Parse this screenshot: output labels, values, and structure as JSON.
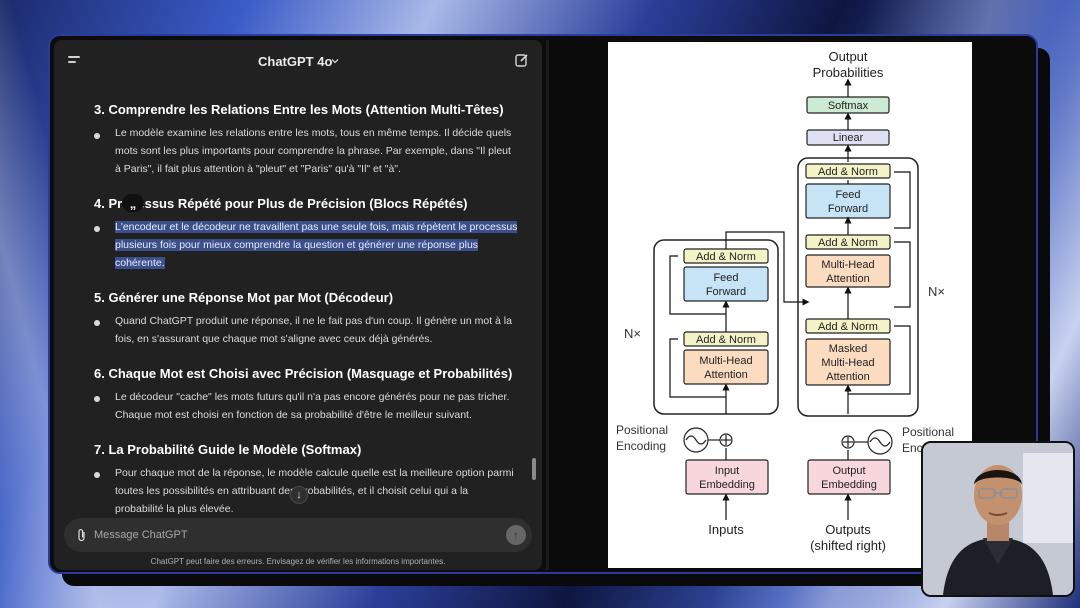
{
  "header": {
    "model_title": "ChatGPT 4o"
  },
  "sections": [
    {
      "title": "3. Comprendre les Relations Entre les Mots (Attention Multi-Têtes)",
      "lines": [
        "Le modèle examine les relations entre les mots, tous en même temps. Il décide quels",
        "mots sont les plus importants pour comprendre la phrase. Par exemple, dans \"Il pleut",
        "à Paris\", il fait plus attention à \"pleut\" et \"Paris\" qu'à \"Il\" et \"à\"."
      ]
    },
    {
      "title": "4. Processus Répété pour Plus de Précision (Blocs Répétés)",
      "lines": [
        "L'encodeur et le décodeur ne travaillent pas une seule fois, mais répètent le processus",
        "plusieurs fois pour mieux comprendre la question et générer une réponse plus",
        "cohérente."
      ]
    },
    {
      "title": "5. Générer une Réponse Mot par Mot (Décodeur)",
      "lines": [
        "Quand ChatGPT produit une réponse, il ne le fait pas d'un coup. Il génère un mot à la",
        "fois, en s'assurant que chaque mot s'aligne avec ceux déjà générés."
      ]
    },
    {
      "title": "6. Chaque Mot est Choisi avec Précision (Masquage et Probabilités)",
      "lines": [
        "Le décodeur \"cache\" les mots futurs qu'il n'a pas encore générés pour ne pas tricher.",
        "Chaque mot est choisi en fonction de sa probabilité d'être le meilleur suivant."
      ]
    },
    {
      "title": "7. La Probabilité Guide le Modèle (Softmax)",
      "lines": [
        "Pour chaque mot de la réponse, le modèle calcule quelle est la meilleure option parmi",
        "toutes les possibilités en attribuant des probabilités, et il choisit celui qui a la",
        "probabilité la plus élevée."
      ]
    }
  ],
  "composer": {
    "placeholder": "Message ChatGPT"
  },
  "disclaimer": "ChatGPT peut faire des erreurs. Envisagez de vérifier les informations importantes.",
  "diagram": {
    "output_probabilities": [
      "Output",
      "Probabilities"
    ],
    "softmax": "Softmax",
    "linear": "Linear",
    "add_norm": "Add & Norm",
    "feed_forward": [
      "Feed",
      "Forward"
    ],
    "multi_head_attention": [
      "Multi-Head",
      "Attention"
    ],
    "masked_multi_head_attention": [
      "Masked",
      "Multi-Head",
      "Attention"
    ],
    "nx": "N×",
    "positional_encoding": [
      "Positional",
      "Encoding"
    ],
    "input_embedding": [
      "Input",
      "Embedding"
    ],
    "output_embedding": [
      "Output",
      "Embedding"
    ],
    "inputs": "Inputs",
    "outputs": [
      "Outputs",
      "(shifted right)"
    ]
  },
  "colors": {
    "add_norm": "#f4f3c8",
    "feed_forward": "#c7e3f6",
    "attention": "#fbdcc0",
    "softmax": "#cdebd2",
    "linear": "#dfe0f3",
    "embedding": "#f7d6dc",
    "highlight": "#3b4f8a"
  }
}
